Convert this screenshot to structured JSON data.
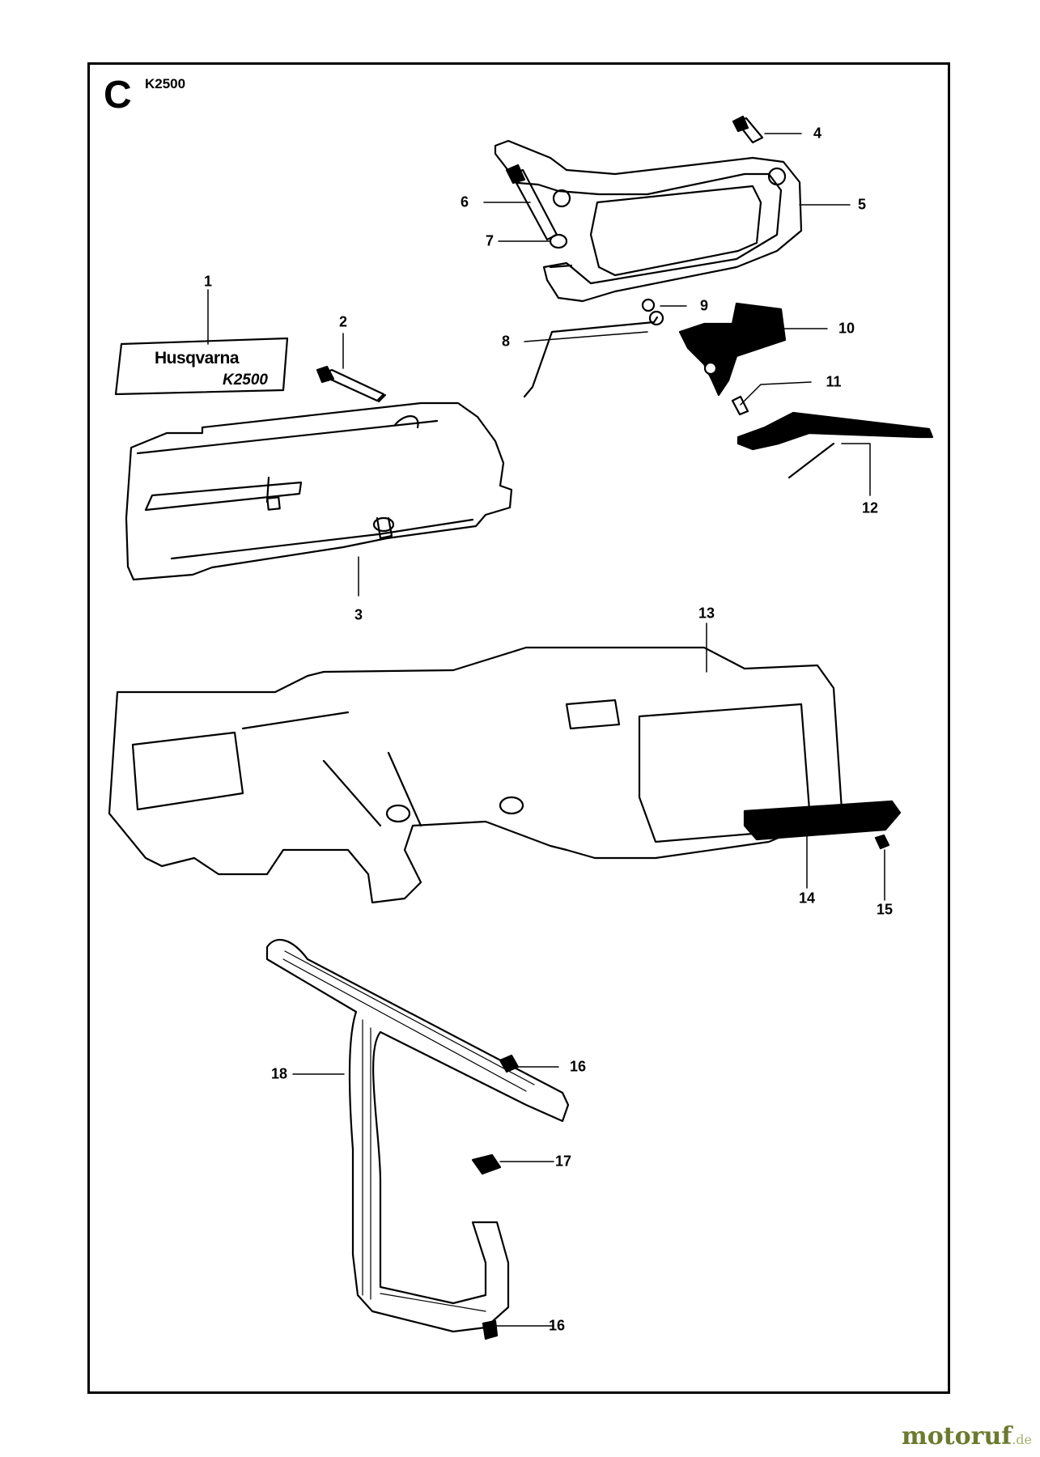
{
  "section": {
    "letter": "C",
    "model": "K2500"
  },
  "decal": {
    "brand": "Husqvarna",
    "model": "K2500"
  },
  "callouts": [
    "1",
    "2",
    "3",
    "4",
    "5",
    "6",
    "7",
    "8",
    "9",
    "10",
    "11",
    "12",
    "13",
    "14",
    "15",
    "16",
    "16",
    "17",
    "18"
  ],
  "watermark": {
    "main": "motoruf",
    "suffix": ".de"
  },
  "colors": {
    "line": "#000000",
    "paper": "#ffffff",
    "watermark": "#6b7a2e"
  }
}
